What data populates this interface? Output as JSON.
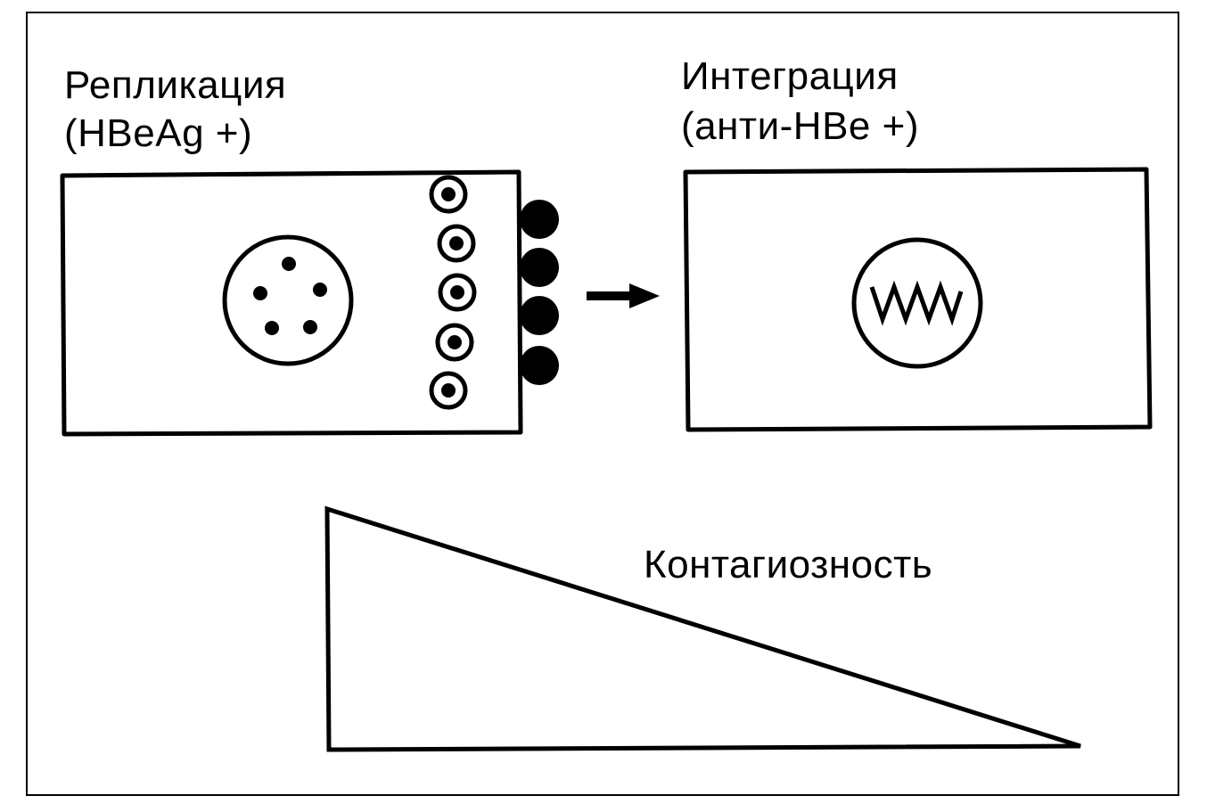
{
  "replication": {
    "title": "Репликация",
    "subtitle": "(HBeAg +)"
  },
  "integration": {
    "title": "Интеграция",
    "subtitle": "(анти-HBe +)"
  },
  "contagiousness": {
    "label": "Контагиозность"
  },
  "colors": {
    "stroke": "#000000",
    "background": "#ffffff"
  }
}
